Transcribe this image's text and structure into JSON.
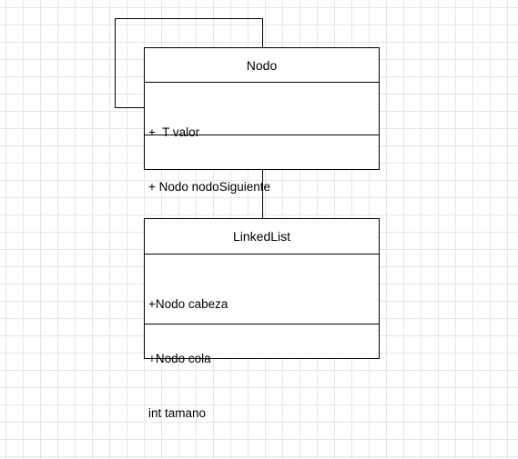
{
  "diagram": {
    "classes": [
      {
        "name": "Nodo",
        "attributes": [
          "+  T valor",
          "+ Nodo nodoSiguiente"
        ],
        "methods": []
      },
      {
        "name": "LinkedList",
        "attributes": [
          "+Nodo cabeza",
          "+Nodo cola",
          "int tamano"
        ],
        "methods": []
      }
    ],
    "relations": [
      {
        "from": "Nodo",
        "to": "Nodo",
        "type": "self-association"
      },
      {
        "from": "Nodo",
        "to": "LinkedList",
        "type": "association"
      }
    ]
  },
  "colors": {
    "background": "#ffffff",
    "grid": "#e6e6e6",
    "stroke": "#000000"
  }
}
